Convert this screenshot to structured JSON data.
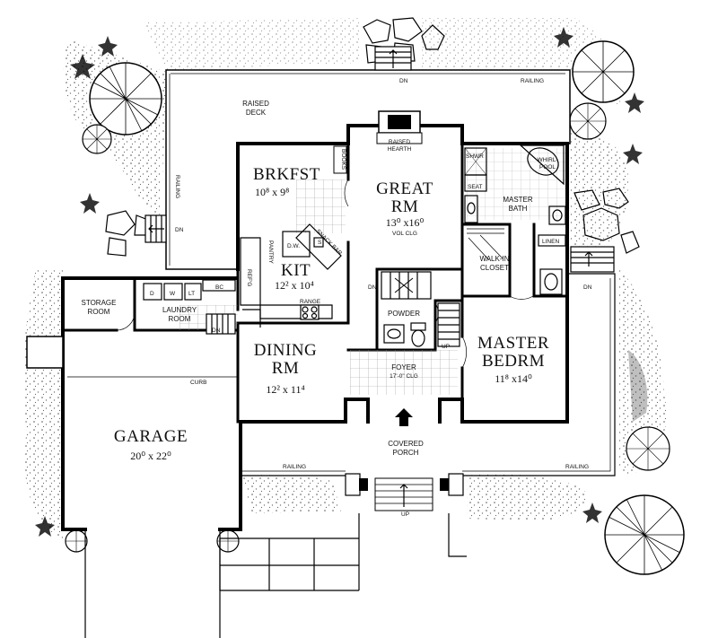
{
  "rooms": {
    "raised_deck": [
      "RAISED",
      "DECK"
    ],
    "brkfst": {
      "name": "BRKFST",
      "dim": "10⁸ x 9⁸"
    },
    "great_rm": {
      "name": [
        "GREAT",
        "RM"
      ],
      "dim": "13⁰ x16⁰",
      "note": "VOL CLG"
    },
    "kit": {
      "name": "KIT",
      "dim": "12² x 10⁴"
    },
    "dining_rm": {
      "name": [
        "DINING",
        "RM"
      ],
      "dim": "12² x 11⁴"
    },
    "master_bedrm": {
      "name": [
        "MASTER",
        "BEDRM"
      ],
      "dim": "11⁸ x14⁰"
    },
    "garage": {
      "name": "GARAGE",
      "dim": "20⁰ x 22⁰"
    },
    "storage_room": [
      "STORAGE",
      "ROOM"
    ],
    "laundry_room": [
      "LAUNDRY",
      "ROOM"
    ],
    "master_bath": [
      "MASTER",
      "BATH"
    ],
    "walk_in_closet": [
      "WALK-IN",
      "CLOSET"
    ],
    "powder": "POWDER",
    "foyer": {
      "name": "FOYER",
      "note": "17'-0\" CLG"
    },
    "covered_porch": [
      "COVERED",
      "PORCH"
    ]
  },
  "fixtures": {
    "raised_hearth": [
      "RAISED",
      "HEARTH"
    ],
    "books": "BOOKS",
    "snack_bar": "SNACK BAR",
    "dw": "D.W.",
    "s": "S",
    "pantry": "PANTRY",
    "refrig": "REF'G",
    "range": "RANGE",
    "bc": "BC",
    "d": "D",
    "w": "W",
    "lt": "LT",
    "shwr": "SHWR",
    "seat": "SEAT",
    "whirlpool": [
      "WHIRL-",
      "POOL"
    ],
    "linen": "LINEN"
  },
  "annotations": {
    "dn": "DN",
    "up": "UP",
    "railing": "RAILING",
    "curb": "CURB"
  }
}
